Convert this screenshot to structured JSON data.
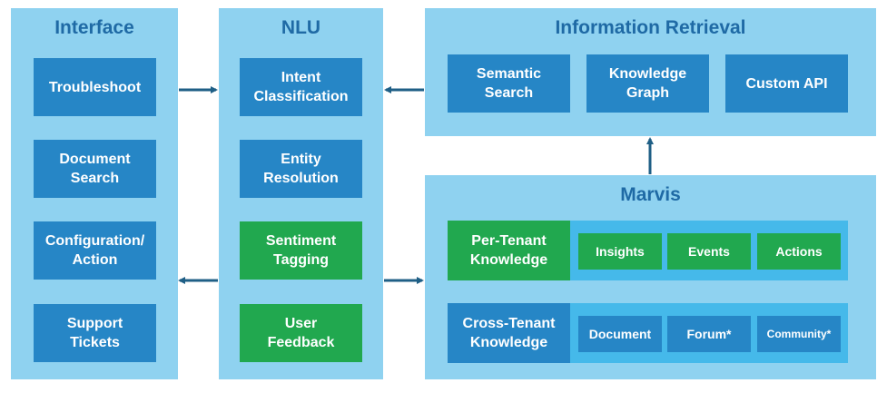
{
  "interface": {
    "title": "Interface",
    "items": [
      "Troubleshoot",
      "Document\nSearch",
      "Configuration/\nAction",
      "Support\nTickets"
    ]
  },
  "nlu": {
    "title": "NLU",
    "items": [
      "Intent\nClassification",
      "Entity\nResolution",
      "Sentiment\nTagging",
      "User\nFeedback"
    ]
  },
  "ir": {
    "title": "Information Retrieval",
    "items": [
      "Semantic\nSearch",
      "Knowledge\nGraph",
      "Custom API"
    ]
  },
  "marvis": {
    "title": "Marvis",
    "per_tenant": {
      "label": "Per-Tenant\nKnowledge",
      "items": [
        "Insights",
        "Events",
        "Actions"
      ]
    },
    "cross_tenant": {
      "label": "Cross-Tenant\nKnowledge",
      "items": [
        "Document",
        "Forum*",
        "Community*"
      ]
    }
  },
  "colors": {
    "panel": "#8fd2f0",
    "title": "#1f6aa5",
    "box_blue": "#2686c6",
    "box_green": "#21a84f",
    "band_light": "#45b9ea",
    "arrow": "#1f5f86"
  }
}
